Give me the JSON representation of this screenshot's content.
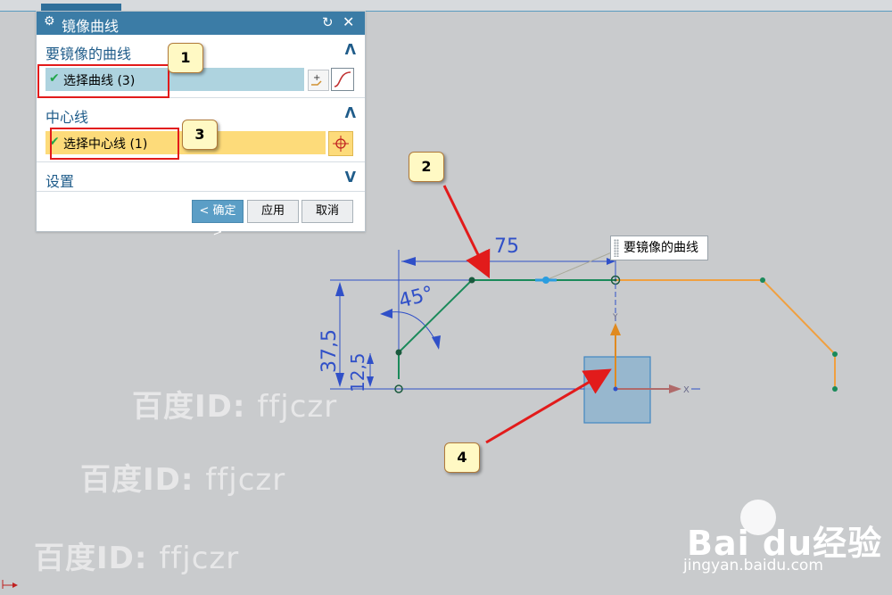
{
  "dialog": {
    "title": "镜像曲线",
    "sections": {
      "curves": {
        "label": "要镜像的曲线",
        "select_label": "选择曲线 (3)"
      },
      "centerline": {
        "label": "中心线",
        "select_label": "选择中心线 (1)"
      },
      "settings": {
        "label": "设置"
      }
    },
    "buttons": {
      "ok": "< 确定 >",
      "apply": "应用",
      "cancel": "取消"
    }
  },
  "callouts": {
    "c1": "1",
    "c2": "2",
    "c3": "3",
    "c4": "4"
  },
  "sketch": {
    "dim_horizontal": "75",
    "dim_angle": "45°",
    "dim_vertical": "37,5",
    "dim_small": "12,5",
    "tooltip": "要镜像的曲线",
    "axis_x": "X",
    "axis_y": "Y"
  },
  "watermarks": {
    "brand": "百度ID",
    "sep": ":",
    "id": "ffjczr"
  },
  "baidu": {
    "logo": "Bai du经验",
    "url": "jingyan.baidu.com"
  },
  "colors": {
    "title_bar": "#3b7ca6",
    "section_text": "#1f5c8a",
    "selected_curve": "#1a8a5a",
    "mirrored_curve": "#f0a040",
    "callout_red": "#e21b1b",
    "dimension_blue": "#3050c8"
  }
}
